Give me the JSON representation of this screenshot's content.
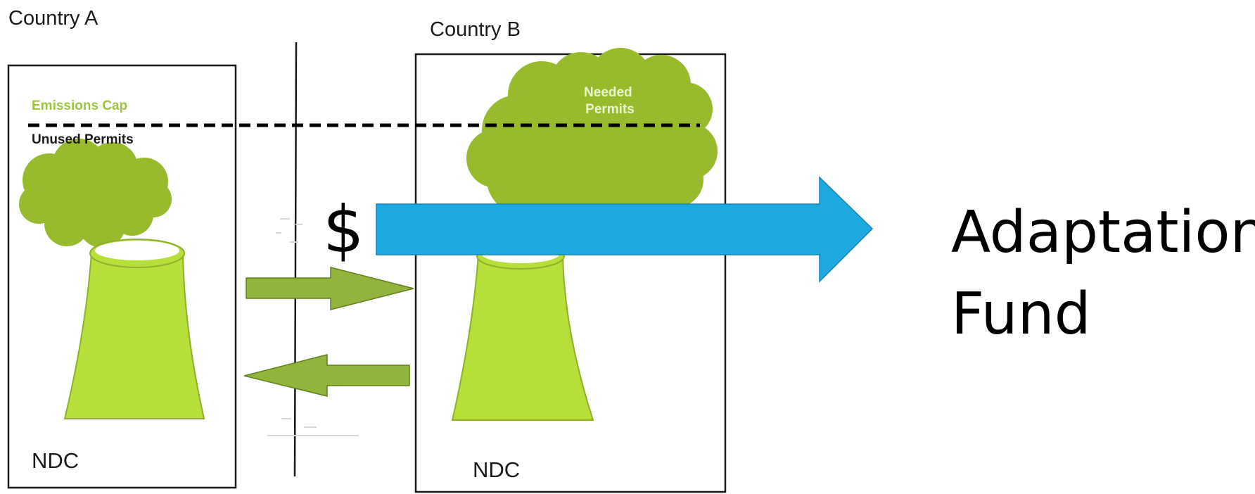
{
  "country_a": {
    "title": "Country A",
    "emissions_cap": "Emissions Cap",
    "unused_permits": "Unused Permits",
    "ndc": "NDC"
  },
  "country_b": {
    "title": "Country B",
    "needed_permits_line1": "Needed",
    "needed_permits_line2": "Permits",
    "ndc": "NDC"
  },
  "flow": {
    "currency_symbol": "$",
    "destination_line1": "Adaptation",
    "destination_line2": "Fund"
  },
  "colors": {
    "plant_fill": "#b5e03a",
    "plant_stroke": "#8fae2c",
    "cloud": "#97bb2d",
    "trade_arrow": "#91b43a",
    "trade_arrow_stroke": "#5e7f1d",
    "cap_label": "#9cc53a",
    "fund_arrow": "#1eaae0",
    "fund_arrow_stroke": "#1684b5"
  }
}
